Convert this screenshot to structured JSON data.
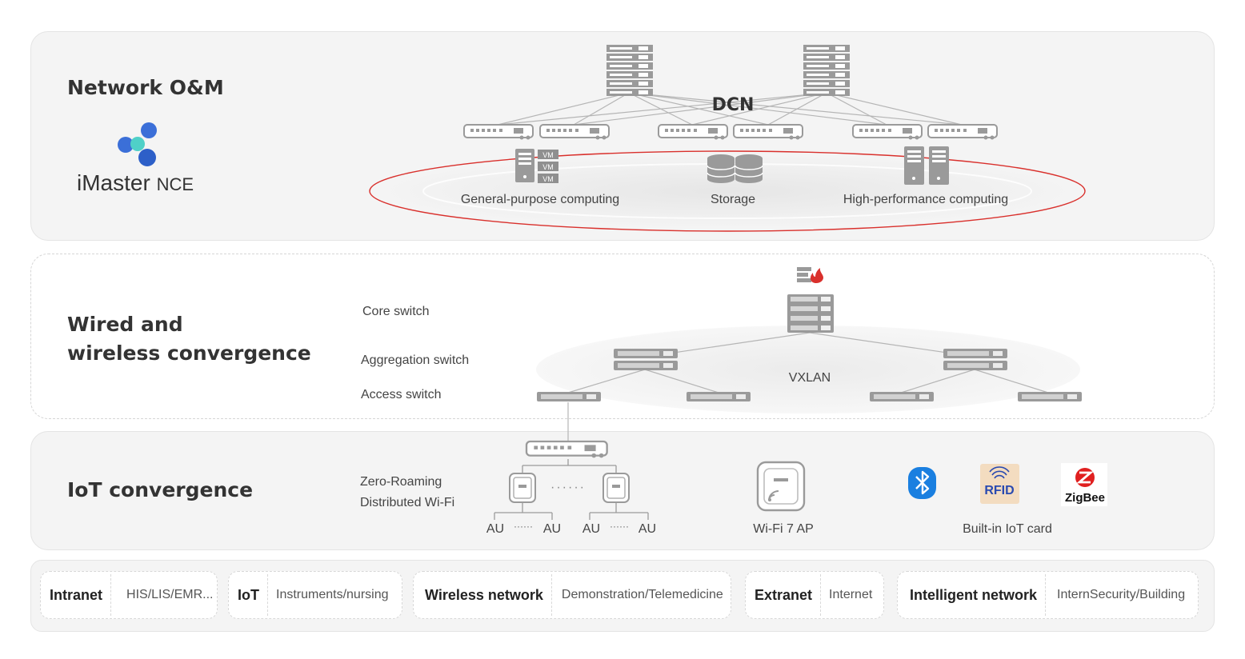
{
  "sections": {
    "om_title": "Network O&M",
    "wired_title_1": "Wired and",
    "wired_title_2": "wireless convergence",
    "iot_title": "IoT convergence"
  },
  "logo": {
    "brand": "iMaster",
    "product": "NCE",
    "icon": "imaster-nce-logo"
  },
  "om": {
    "dcn": "DCN",
    "general_computing": "General-purpose computing",
    "storage": "Storage",
    "hpc": "High-performance computing",
    "vm": "VM",
    "ring_color": "#d9302c"
  },
  "wired": {
    "core_switch": "Core switch",
    "aggregation_switch": "Aggregation switch",
    "access_switch": "Access switch",
    "vxlan": "VXLAN",
    "firewall_icon": "firewall-icon"
  },
  "iot": {
    "zero_roaming_1": "Zero-Roaming",
    "zero_roaming_2": "Distributed Wi-Fi",
    "au": "AU",
    "dots": "······",
    "wifi7": "Wi-Fi 7 AP",
    "builtin": "Built-in IoT card",
    "rfid": "RFID",
    "zigbee": "ZigBee",
    "bluetooth_color": "#1a7fe0",
    "zigbee_color": "#e02020"
  },
  "services": [
    {
      "key": "Intranet",
      "value": "HIS/LIS/EMR..."
    },
    {
      "key": "IoT",
      "value": "Instruments/nursing"
    },
    {
      "key": "Wireless network",
      "value": "Demonstration/Telemedicine"
    },
    {
      "key": "Extranet",
      "value": "Internet"
    },
    {
      "key": "Intelligent network",
      "value": "InternSecurity/Building"
    }
  ]
}
